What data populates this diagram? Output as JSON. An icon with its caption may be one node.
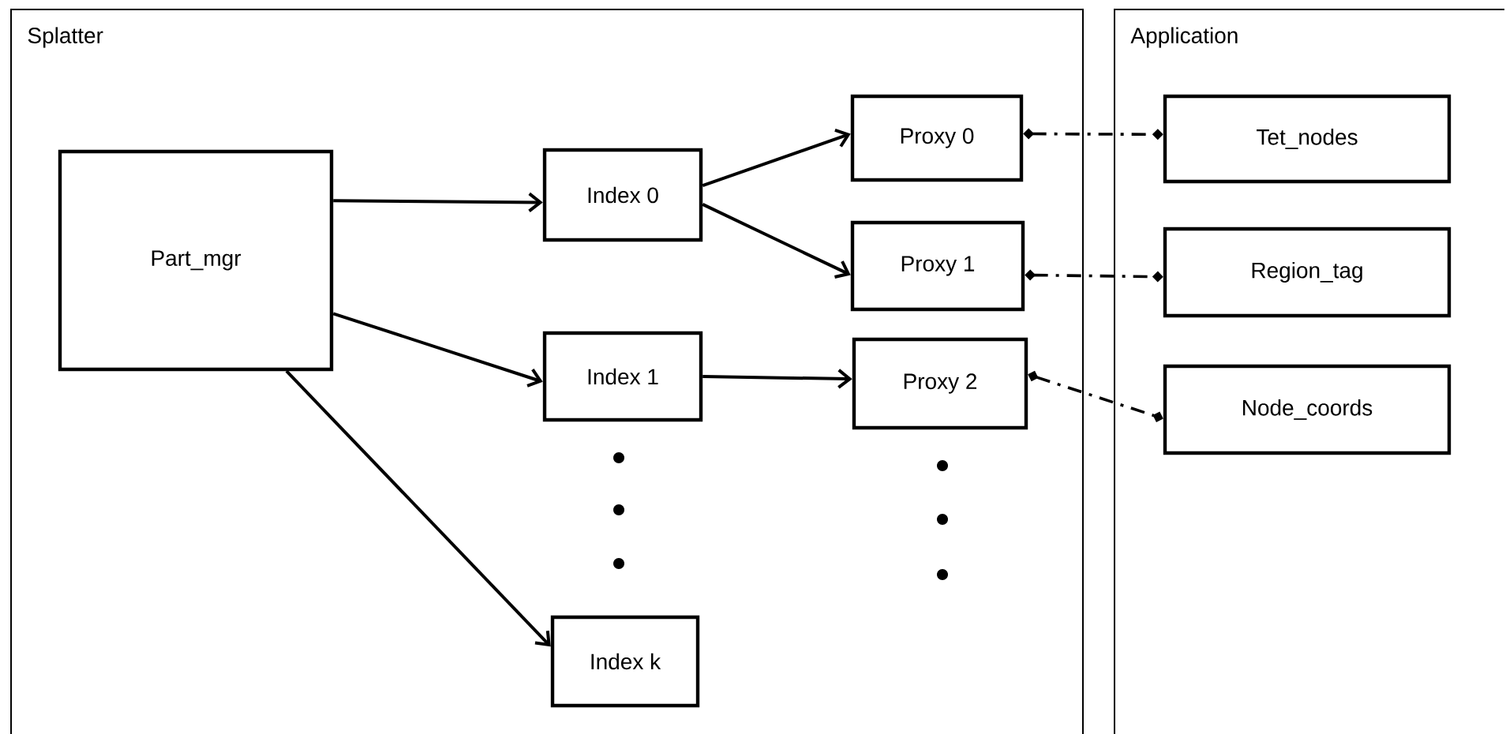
{
  "diagram": {
    "nodes": [
      {
        "text": [
          "Splatter"
        ]
      },
      {
        "text": [
          "Part_mgr"
        ],
        "in": 0
      },
      {
        "text": [
          "Index 0"
        ],
        "in": 0
      },
      {
        "text": [
          "Index 1"
        ],
        "in": 0
      },
      {
        "text": [
          "Index k"
        ],
        "in": 0
      },
      {
        "text": [
          "Proxy 0"
        ],
        "in": 0
      },
      {
        "text": [
          "Proxy 1"
        ],
        "in": 0
      },
      {
        "text": [
          "Proxy 2"
        ],
        "in": 0
      },
      {
        "text": [
          "Application"
        ]
      },
      {
        "text": [
          "Tet_nodes"
        ],
        "in": 8
      },
      {
        "text": [
          "Region_tag"
        ],
        "in": 8
      },
      {
        "text": [
          "Node_coords"
        ],
        "in": 8
      }
    ],
    "edges": [
      {
        "from": 1,
        "to": 2,
        "arrow": "to"
      },
      {
        "from": 1,
        "to": 3,
        "arrow": "to"
      },
      {
        "from": 1,
        "to": 4,
        "arrow": "to"
      },
      {
        "from": 2,
        "to": 5,
        "arrow": "to"
      },
      {
        "from": 2,
        "to": 6,
        "arrow": "to"
      },
      {
        "from": 3,
        "to": 7,
        "arrow": "to"
      },
      {
        "from": 5,
        "to": 9,
        "arrow": "other",
        "style": "dashed"
      },
      {
        "from": 6,
        "to": 10,
        "arrow": "other",
        "style": "dashed"
      },
      {
        "from": 7,
        "to": 11,
        "arrow": "other",
        "style": "dashed"
      }
    ]
  }
}
